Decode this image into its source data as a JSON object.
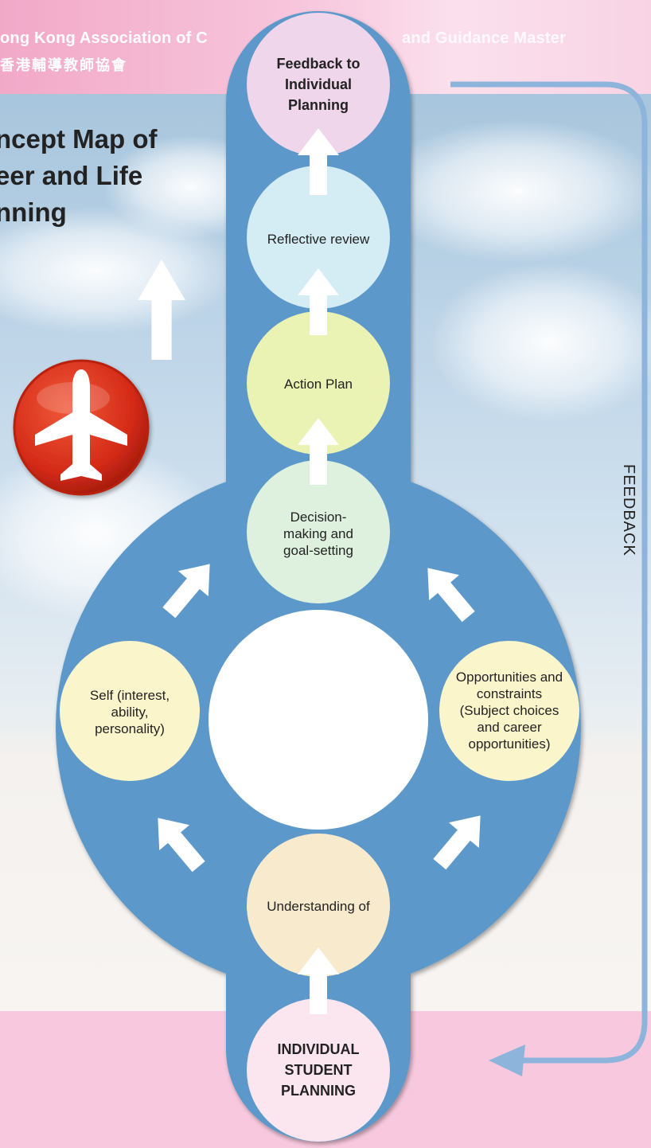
{
  "header": {
    "org_name_en": "ong Kong Association of C",
    "org_name_en_right": "and Guidance Master",
    "org_name_zh": "香港輔導教師協會"
  },
  "title": {
    "line1": "ncept Map of",
    "line2": "eer and Life",
    "line3": "nning"
  },
  "nodes": {
    "feedback_to_planning": "Feedback to Individual Planning",
    "reflective_review": "Reflective review",
    "action_plan": "Action Plan",
    "decision_making": "Decision-making and goal-setting",
    "self": "Self (interest, ability, personality)",
    "opportunities": "Opportunities and constraints (Subject choices and career opportunities)",
    "understanding": "Understanding of",
    "individual_student_planning": "INDIVIDUAL STUDENT PLANNING"
  },
  "feedback_label": "FEEDBACK",
  "icons": {
    "plane_badge": "airplane-icon",
    "arrow": "up-arrow-icon"
  },
  "colors": {
    "track_blue": "#5b98c9",
    "feedback_line": "#8db4da",
    "plane_red": "#d9301b",
    "node_pink_top": "#f0d6ea",
    "node_lightblue": "#d4ecf3",
    "node_yellowgreen": "#eaf2b4",
    "node_mint": "#ddf1de",
    "node_cream": "#fbf5cc",
    "node_peach": "#f8ebcd",
    "node_pink_bottom": "#fbe6ef"
  }
}
